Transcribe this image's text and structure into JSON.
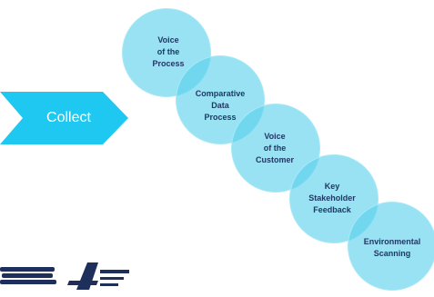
{
  "collect": {
    "label": "Collect",
    "color": "#1ec8f0"
  },
  "circles": [
    {
      "label": "Voice\nof the\nProcess"
    },
    {
      "label": "Comparative\nData\nProcess"
    },
    {
      "label": "Voice\nof the\nCustomer"
    },
    {
      "label": "Key\nStakeholder\nFeedback"
    },
    {
      "label": "Environmental\nScanning"
    }
  ],
  "colors": {
    "circle_fill": "#58d0ec",
    "label_text": "#1f3864"
  },
  "logos": [
    "mid-america-logo",
    "forecast-logo"
  ]
}
